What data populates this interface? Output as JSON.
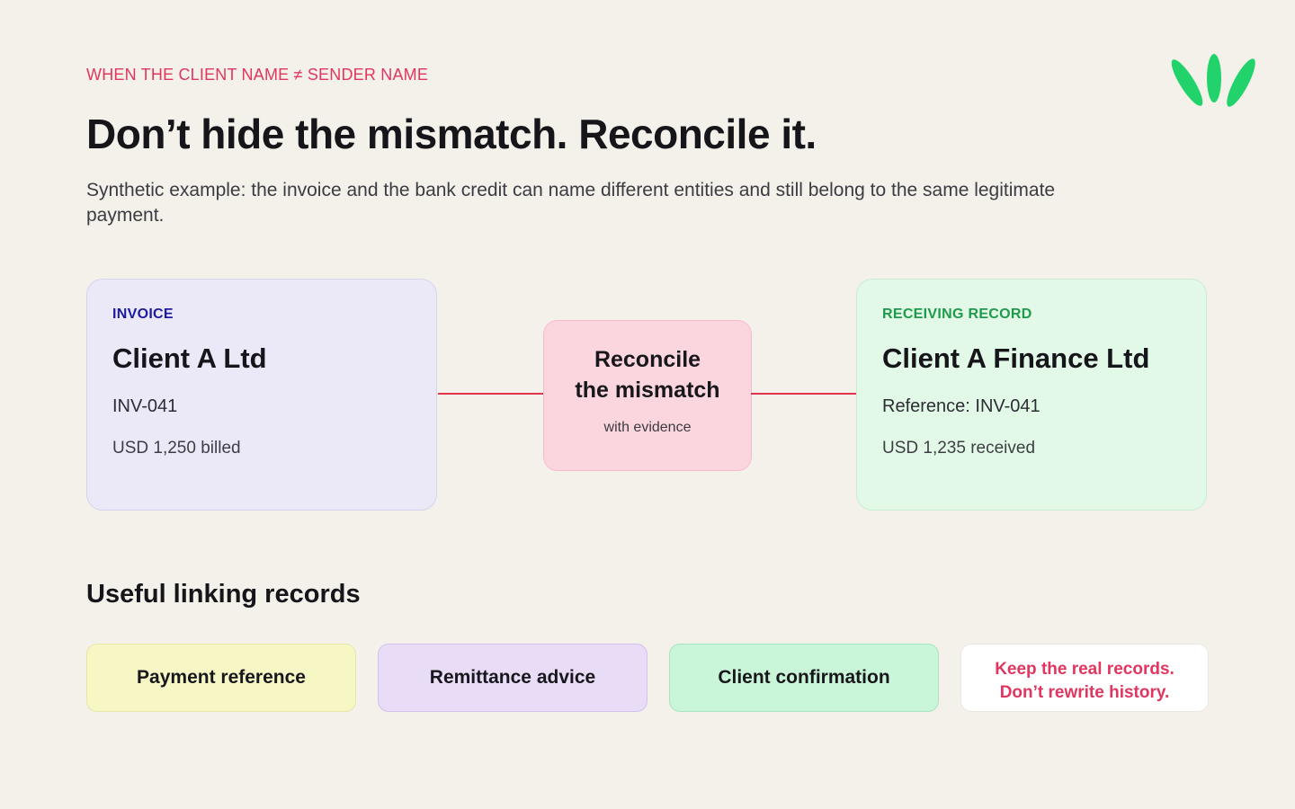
{
  "header": {
    "eyebrow": "WHEN THE CLIENT NAME ≠ SENDER NAME",
    "title": "Don’t hide the mismatch. Reconcile it.",
    "subtitle": "Synthetic example: the invoice and the bank credit can name different entities and still belong to the same legitimate payment."
  },
  "logo": {
    "icon": "three-leaf-logo-icon",
    "color": "#22d36b"
  },
  "invoice": {
    "label": "INVOICE",
    "name": "Client A Ltd",
    "reference": "INV-041",
    "amount": "USD 1,250 billed"
  },
  "reconcile": {
    "title_line1": "Reconcile",
    "title_line2": "the mismatch",
    "subtitle": "with evidence"
  },
  "receiving": {
    "label": "RECEIVING RECORD",
    "name": "Client A Finance Ltd",
    "reference": "Reference: INV-041",
    "amount": "USD 1,235 received"
  },
  "linking": {
    "heading": "Useful linking records",
    "items": [
      "Payment reference",
      "Remittance advice",
      "Client confirmation"
    ],
    "note_line1": "Keep the real records.",
    "note_line2": "Don’t rewrite history."
  },
  "colors": {
    "accent_red": "#e0365f",
    "connector": "#e0364d",
    "invoice_bg": "#ebe9f8",
    "receiving_bg": "#e2f9e8",
    "reconcile_bg": "#fcd6de"
  }
}
